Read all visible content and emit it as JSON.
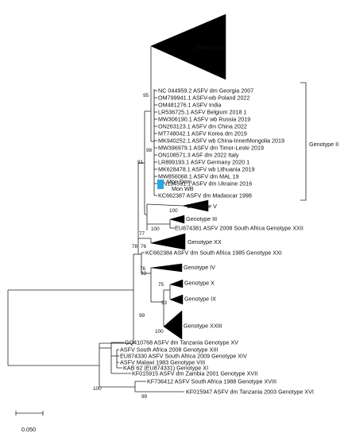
{
  "tree": {
    "genotype_i_label": "Genotype I",
    "genotype_ii_label": "Genotype II",
    "genotype_ii_taxa": [
      "NC 044959.2 ASFV dm Georgia 2007",
      "OM799941.1 ASFV-wb Poland 2022",
      "OM481276.1 ASFV India",
      "LR536725.1 ASFV Belgium 2018 1",
      "MW306190.1 ASFV wb Russia 2019",
      "ON263123.1 ASFV dm China 2022",
      "MT748042.1 ASFV Korea dm 2019",
      "MK940252.1 ASFV wb China-InnerMongolia 2019",
      "MW396979.1 ASFV dm Timor-Leste 2019",
      "ON108571.3 ASF dm 2022 Italy",
      "LR899193.1 ASFV Germany 2020 1",
      "MK628478.1 ASFV wb Lithuania 2019",
      "MW856068.1 ASFV dm MAL 19",
      "MN194591.1 ASFV dm Ukraine 2016"
    ],
    "mon_dom_label": "Mon Dom",
    "mon_wb_label": "Mon WB",
    "madascar_label": "KC662387 ASFV dm Madascar 1998",
    "genotype_v_label": "Genotype V",
    "genotype_iii_label": "Genotype III",
    "eu874381_label": "EU874381 ASFV 2008 South Africa Genotype XXII",
    "genotype_xx_label": "Genotype XX",
    "kc662384_label": "KC662384 ASFV dm South Africa 1985 Genotype XXI",
    "genotype_iv_label": "Genotype IV",
    "genotype_x_label": "Genotype X",
    "genotype_ix_label": "Genotype IX",
    "genotype_xxiii_label": "Genotype XXIII",
    "gq410768_label": "GQ410768 ASFV dm Tanzania Genotype XV",
    "sa2008_label": "ASFV South Africa 2008 Genotype XIII",
    "eu874330_label": "EU874330 ASFV South Africa 2009 Genotype XIV",
    "malawi_label": "ASFV Malawi 1983 Genotype VIII",
    "kab62_label": "KAB 62 (EU874331) Genotype XI",
    "kf015915_label": "KF015915 ASFV dm Zambia 2001 Genotype XVII",
    "kf736412_label": "KF736412 ASFV South Africa 1988 Genotype XVIII",
    "kf015947_label": "KF015947 ASFV dm Tanzania 2003 Genotype XVI",
    "bootstrap": {
      "b95": "95",
      "b98": "98",
      "b91": "91",
      "b78": "78",
      "b100_v": "100",
      "b77": "77",
      "b100_iii": "100",
      "b76_xx": "76",
      "b76_iv": "76",
      "b93_iv": "93",
      "b75": "75",
      "b93_ix": "93",
      "b99_xxiii": "99",
      "b100_xxiii": "100",
      "b100_root": "100",
      "b99_root": "99"
    },
    "scale_label": "0.050",
    "highlight_color": "#29a8e0"
  }
}
